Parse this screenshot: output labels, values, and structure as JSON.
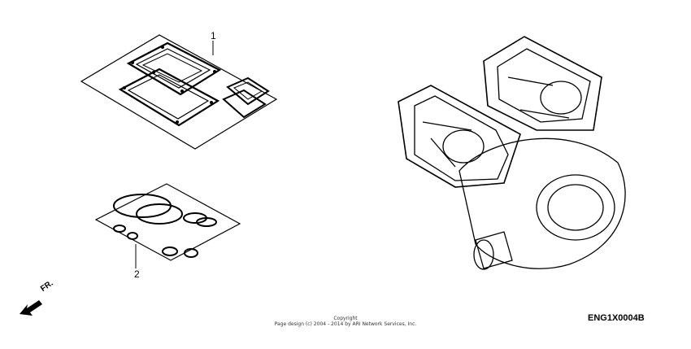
{
  "callouts": {
    "part_1": "1",
    "part_2": "2"
  },
  "front_indicator": {
    "label": "FR.",
    "icon": "front-arrow-icon"
  },
  "footer": {
    "copyright_line1": "Copyright",
    "copyright_line2": "Page design (c) 2004 - 2014 by ARI Network Services, Inc.",
    "diagram_code": "ENG1X0004B"
  }
}
